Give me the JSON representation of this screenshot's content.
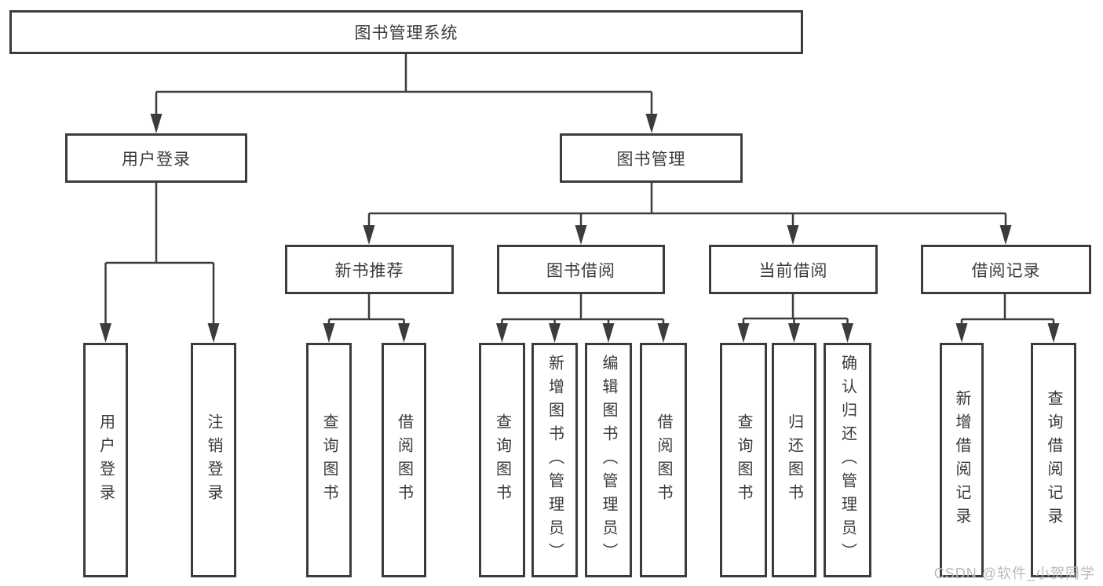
{
  "diagram": {
    "title": "图书管理系统",
    "type": "hierarchy-tree",
    "colors": {
      "line": "#3c3c3c",
      "box_border": "#3c3c3c",
      "text": "#3a3a3a",
      "background": "#ffffff",
      "watermark": "#b7bbc0"
    },
    "nodes": {
      "root": {
        "label": "图书管理系统"
      },
      "level2": [
        {
          "label": "用户登录"
        },
        {
          "label": "图书管理"
        }
      ],
      "level3": [
        {
          "label": "新书推荐",
          "parent": "图书管理"
        },
        {
          "label": "图书借阅",
          "parent": "图书管理"
        },
        {
          "label": "当前借阅",
          "parent": "图书管理"
        },
        {
          "label": "借阅记录",
          "parent": "图书管理"
        }
      ],
      "leaves": [
        {
          "label": "用户登录",
          "parent": "用户登录"
        },
        {
          "label": "注销登录",
          "parent": "用户登录"
        },
        {
          "label": "查询图书",
          "parent": "新书推荐"
        },
        {
          "label": "借阅图书",
          "parent": "新书推荐"
        },
        {
          "label": "查询图书",
          "parent": "图书借阅"
        },
        {
          "label": "新增图书（管理员）",
          "parent": "图书借阅"
        },
        {
          "label": "编辑图书（管理员）",
          "parent": "图书借阅"
        },
        {
          "label": "借阅图书",
          "parent": "图书借阅"
        },
        {
          "label": "查询图书",
          "parent": "当前借阅"
        },
        {
          "label": "归还图书",
          "parent": "当前借阅"
        },
        {
          "label": "确认归还（管理员）",
          "parent": "当前借阅"
        },
        {
          "label": "新增借阅记录",
          "parent": "借阅记录"
        },
        {
          "label": "查询借阅记录",
          "parent": "借阅记录"
        }
      ]
    },
    "watermark": {
      "text": "CSDN @软件_小贺同学"
    }
  }
}
